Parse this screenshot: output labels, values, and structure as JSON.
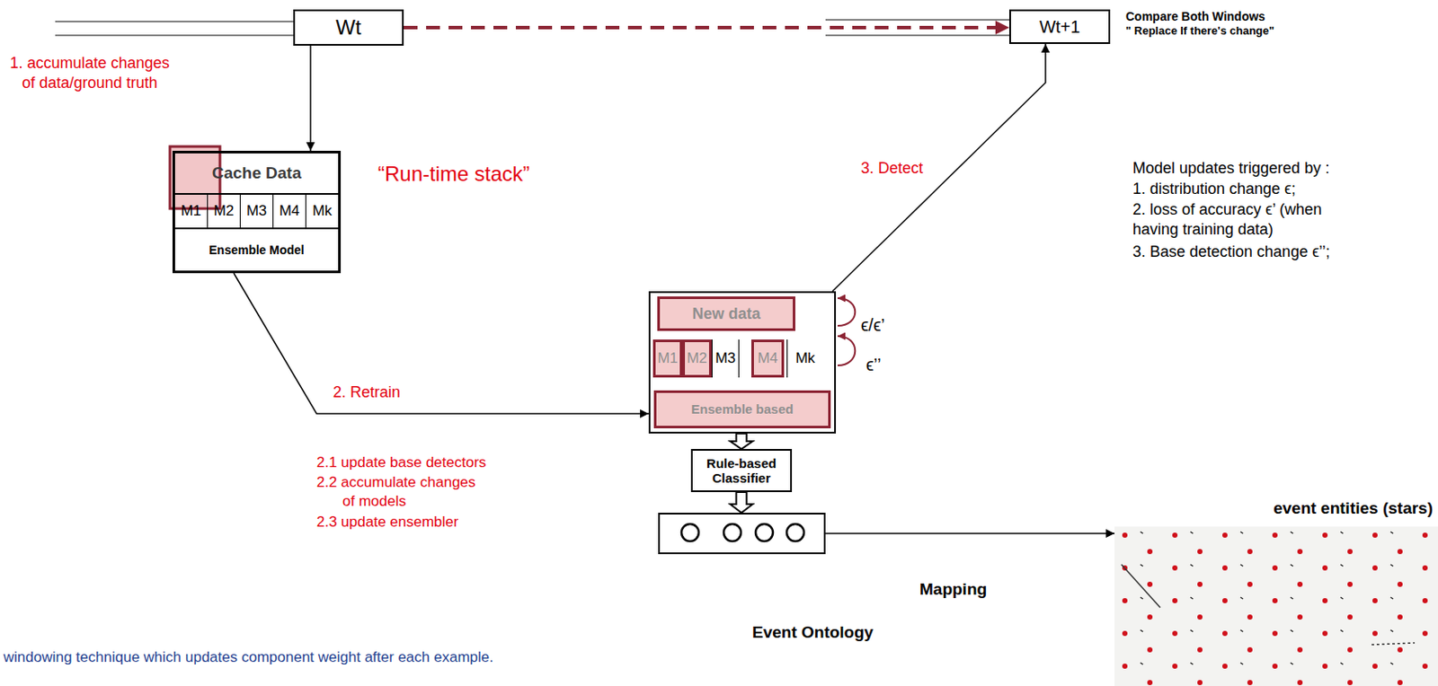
{
  "diagram": {
    "nodes": [
      {
        "text": [
          "Wt"
        ]
      },
      {
        "text": [
          "Wt+1"
        ]
      },
      {
        "text": [
          "Ensemble Model"
        ]
      },
      {
        "text": [
          "Cache Data"
        ],
        "in": 2
      },
      {
        "text": [
          "M1"
        ],
        "in": 2
      },
      {
        "text": [
          "M2"
        ],
        "in": 2
      },
      {
        "text": [
          "M3"
        ],
        "in": 2
      },
      {
        "text": [
          "M4"
        ],
        "in": 2
      },
      {
        "text": [
          "Mk"
        ],
        "in": 2
      },
      {
        "text": [
          "Ensemble based"
        ]
      },
      {
        "text": [
          "New data"
        ],
        "in": 9
      },
      {
        "text": [
          "M1"
        ],
        "in": 9
      },
      {
        "text": [
          "M2"
        ],
        "in": 9
      },
      {
        "text": [
          "M3"
        ],
        "in": 9
      },
      {
        "text": [
          "M4"
        ],
        "in": 9
      },
      {
        "text": [
          "Mk"
        ],
        "in": 9
      },
      {
        "text": [
          "Rule-based Classifier"
        ]
      },
      {
        "text": [
          "Event Ontology"
        ]
      },
      {
        "text": [
          "event entities (stars)"
        ]
      }
    ],
    "edges": [
      {
        "from": 0,
        "to": 1,
        "arrow": "to"
      },
      {
        "from": 0,
        "to": 2,
        "arrow": "to"
      },
      {
        "from": 2,
        "to": 9,
        "label": "2. Retrain",
        "arrow": "to"
      },
      {
        "from": 9,
        "to": 1,
        "label": "3. Detect",
        "arrow": "to"
      },
      {
        "from": 9,
        "to": 16,
        "arrow": "to"
      },
      {
        "from": 16,
        "to": 17,
        "arrow": "to"
      },
      {
        "from": 17,
        "to": 18,
        "label": "Mapping",
        "arrow": "to"
      }
    ],
    "labels": [
      "1. accumulate changes of data/ground truth",
      "“Run-time stack”",
      "2.1 update base detectors",
      "2.2 accumulate changes of models",
      "2.3 update ensembler",
      "Compare Both Windows",
      "\" Replace If there's change\"",
      "ϵ/ϵ’",
      "ϵ’’",
      "Model updates triggered by :",
      "1. distribution change ϵ;",
      "2. loss of accuracy ϵ’ (when having training data)",
      "3. Base detection change ϵ’’;",
      "windowing technique which updates component weight after each example."
    ]
  }
}
